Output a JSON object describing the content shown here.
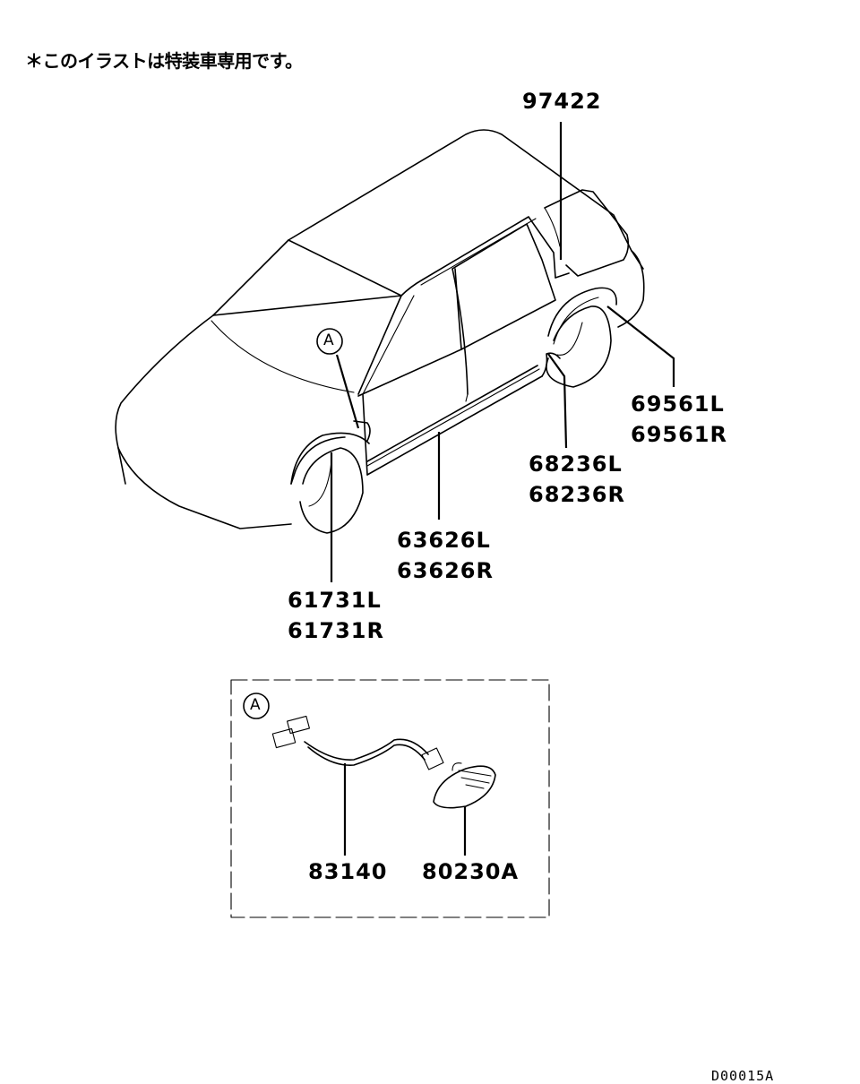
{
  "note": "＊このイラストは特装車専用です。",
  "callout_letter": "A",
  "parts": {
    "p97422": [
      "97422"
    ],
    "p69561": [
      "69561L",
      "69561R"
    ],
    "p68236": [
      "68236L",
      "68236R"
    ],
    "p63626": [
      "63626L",
      "63626R"
    ],
    "p61731": [
      "61731L",
      "61731R"
    ],
    "p83140": [
      "83140"
    ],
    "p80230": [
      "80230A"
    ]
  },
  "diagram_code": "D00015A"
}
